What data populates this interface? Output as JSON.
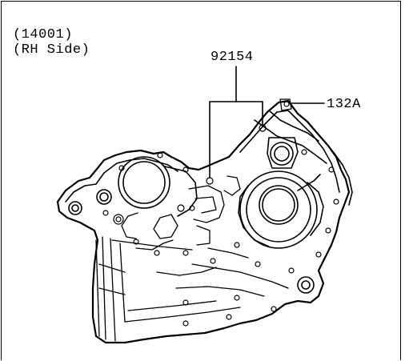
{
  "header": {
    "part_number": "(14001)",
    "side_label": "(RH Side)"
  },
  "callouts": [
    {
      "id": "92154",
      "label": "92154"
    },
    {
      "id": "132A",
      "label": "132A"
    }
  ],
  "figure": {
    "subject": "crankcase-rh-side"
  }
}
